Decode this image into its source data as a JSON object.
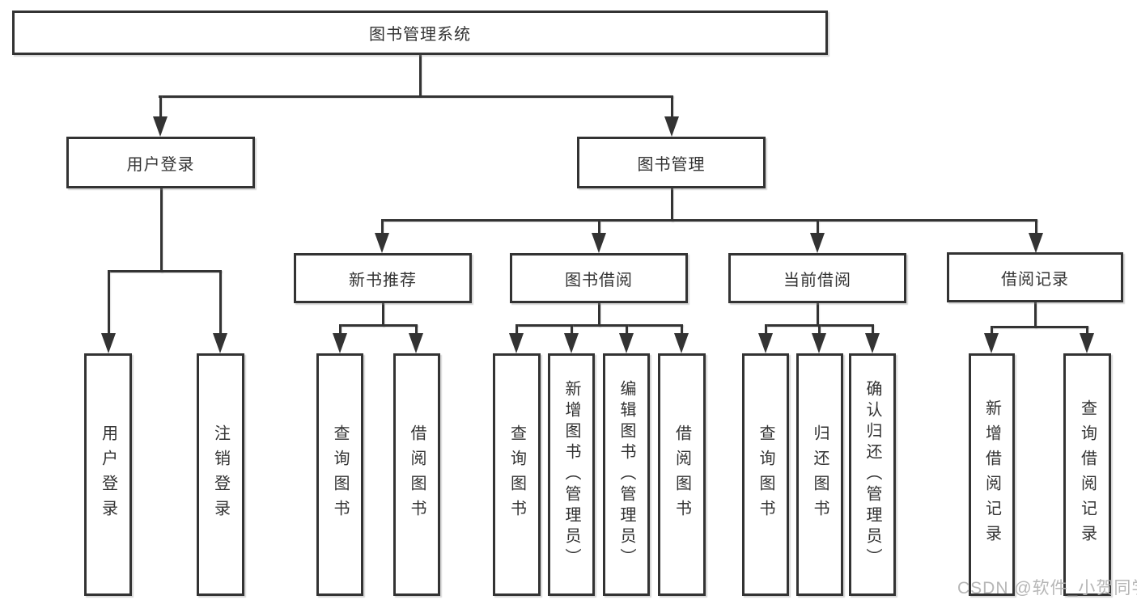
{
  "diagram": {
    "tree": {
      "label": "图书管理系统",
      "children": [
        {
          "label": "用户登录",
          "children": [
            {
              "label": "用户登录"
            },
            {
              "label": "注销登录"
            }
          ]
        },
        {
          "label": "图书管理",
          "children": [
            {
              "label": "新书推荐",
              "children": [
                {
                  "label": "查询图书"
                },
                {
                  "label": "借阅图书"
                }
              ]
            },
            {
              "label": "图书借阅",
              "children": [
                {
                  "label": "查询图书"
                },
                {
                  "label": "新增图书（管理员）"
                },
                {
                  "label": "编辑图书（管理员）"
                },
                {
                  "label": "借阅图书"
                }
              ]
            },
            {
              "label": "当前借阅",
              "children": [
                {
                  "label": "查询图书"
                },
                {
                  "label": "归还图书"
                },
                {
                  "label": "确认归还（管理员）"
                }
              ]
            },
            {
              "label": "借阅记录",
              "children": [
                {
                  "label": "新增借阅记录"
                },
                {
                  "label": "查询借阅记录"
                }
              ]
            }
          ]
        }
      ]
    }
  },
  "watermark": {
    "text": "CSDN @软件_小贺同学"
  },
  "colors": {
    "line": "#333333",
    "text": "#333333",
    "box_background": "#ffffff",
    "watermark": "#b3b3b3"
  }
}
